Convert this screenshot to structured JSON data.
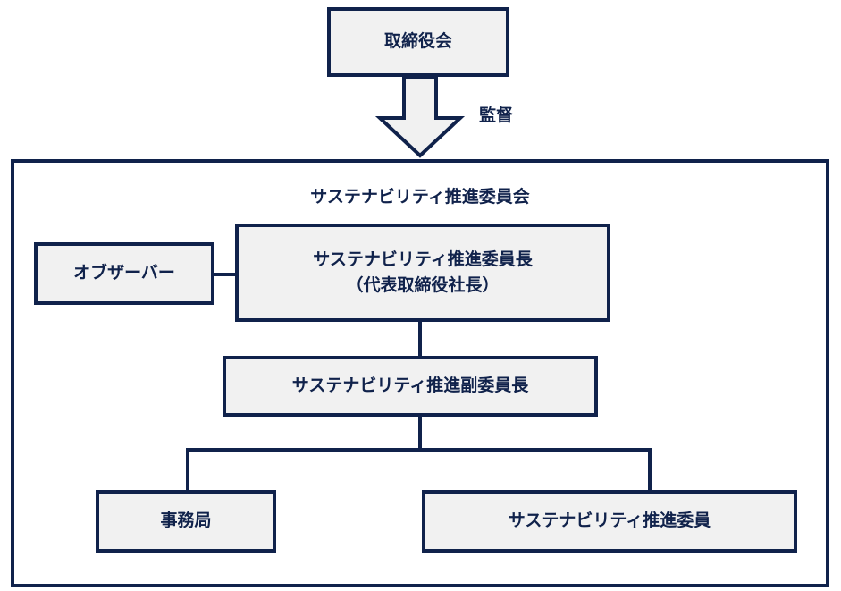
{
  "diagram": {
    "board": "取締役会",
    "supervision_label": "監督",
    "committee_title": "サステナビリティ推進委員会",
    "chair": {
      "line1": "サステナビリティ推進委員長",
      "line2": "（代表取締役社長）"
    },
    "observer": "オブザーバー",
    "vice_chair": "サステナビリティ推進副委員長",
    "secretariat": "事務局",
    "members": "サステナビリティ推進委員"
  },
  "colors": {
    "navy": "#10224b",
    "box_fill": "#f1f1f1"
  }
}
